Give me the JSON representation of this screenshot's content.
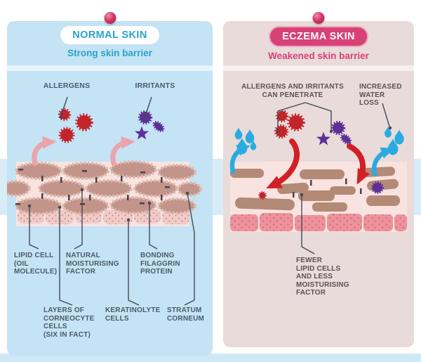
{
  "left_panel": {
    "title": "NORMAL SKIN",
    "subtitle": "Strong skin barrier",
    "labels": {
      "allergens": "ALLERGENS",
      "irritants": "IRRITANTS",
      "lipid_cell": "LIPID CELL\n(OIL\nMOLECULE)",
      "nmf": "NATURAL\nMOISTURISING\nFACTOR",
      "bonding": "BONDING\nFILAGGRIN\nPROTEIN",
      "corneocyte": "LAYERS OF\nCORNEOCYTE\nCELLS\n(SIX IN FACT)",
      "keratinolyte": "KERATINOLYTE\nCELLS",
      "stratum": "STRATUM\nCORNEUM"
    }
  },
  "right_panel": {
    "title": "ECZEMA SKIN",
    "subtitle": "Weakened skin barrier",
    "labels": {
      "penetrate": "ALLERGENS AND IRRITANTS\nCAN PENETRATE",
      "water_loss": "INCREASED\nWATER\nLOSS",
      "fewer": "FEWER\nLIPID CELLS\nAND LESS\nMOISTURISING\nFACTOR"
    }
  },
  "colors": {
    "panel_blue": "#c4e3f4",
    "panel_pink": "#e8dbd9",
    "accent_teal": "#2aa2c8",
    "accent_pink": "#d84176",
    "label_dark_left": "#4a5a66",
    "label_dark_right": "#5a5055",
    "allergen_red": "#c2242b",
    "irritant_purple": "#5f2f96",
    "water_blue": "#29abe2",
    "deflect_arrow_pink": "#eba3ac",
    "penetrate_arrow_red": "#d31f26",
    "skin_band_bg": "#f9e3e0",
    "corneocyte_tan": "#c2948a",
    "eczema_blob_brown": "#b28a76",
    "keratinocyte_pink": "#f2cbc8",
    "eczema_cell_salmon": "#ee939c",
    "pin_crimson": "#d2325f"
  }
}
